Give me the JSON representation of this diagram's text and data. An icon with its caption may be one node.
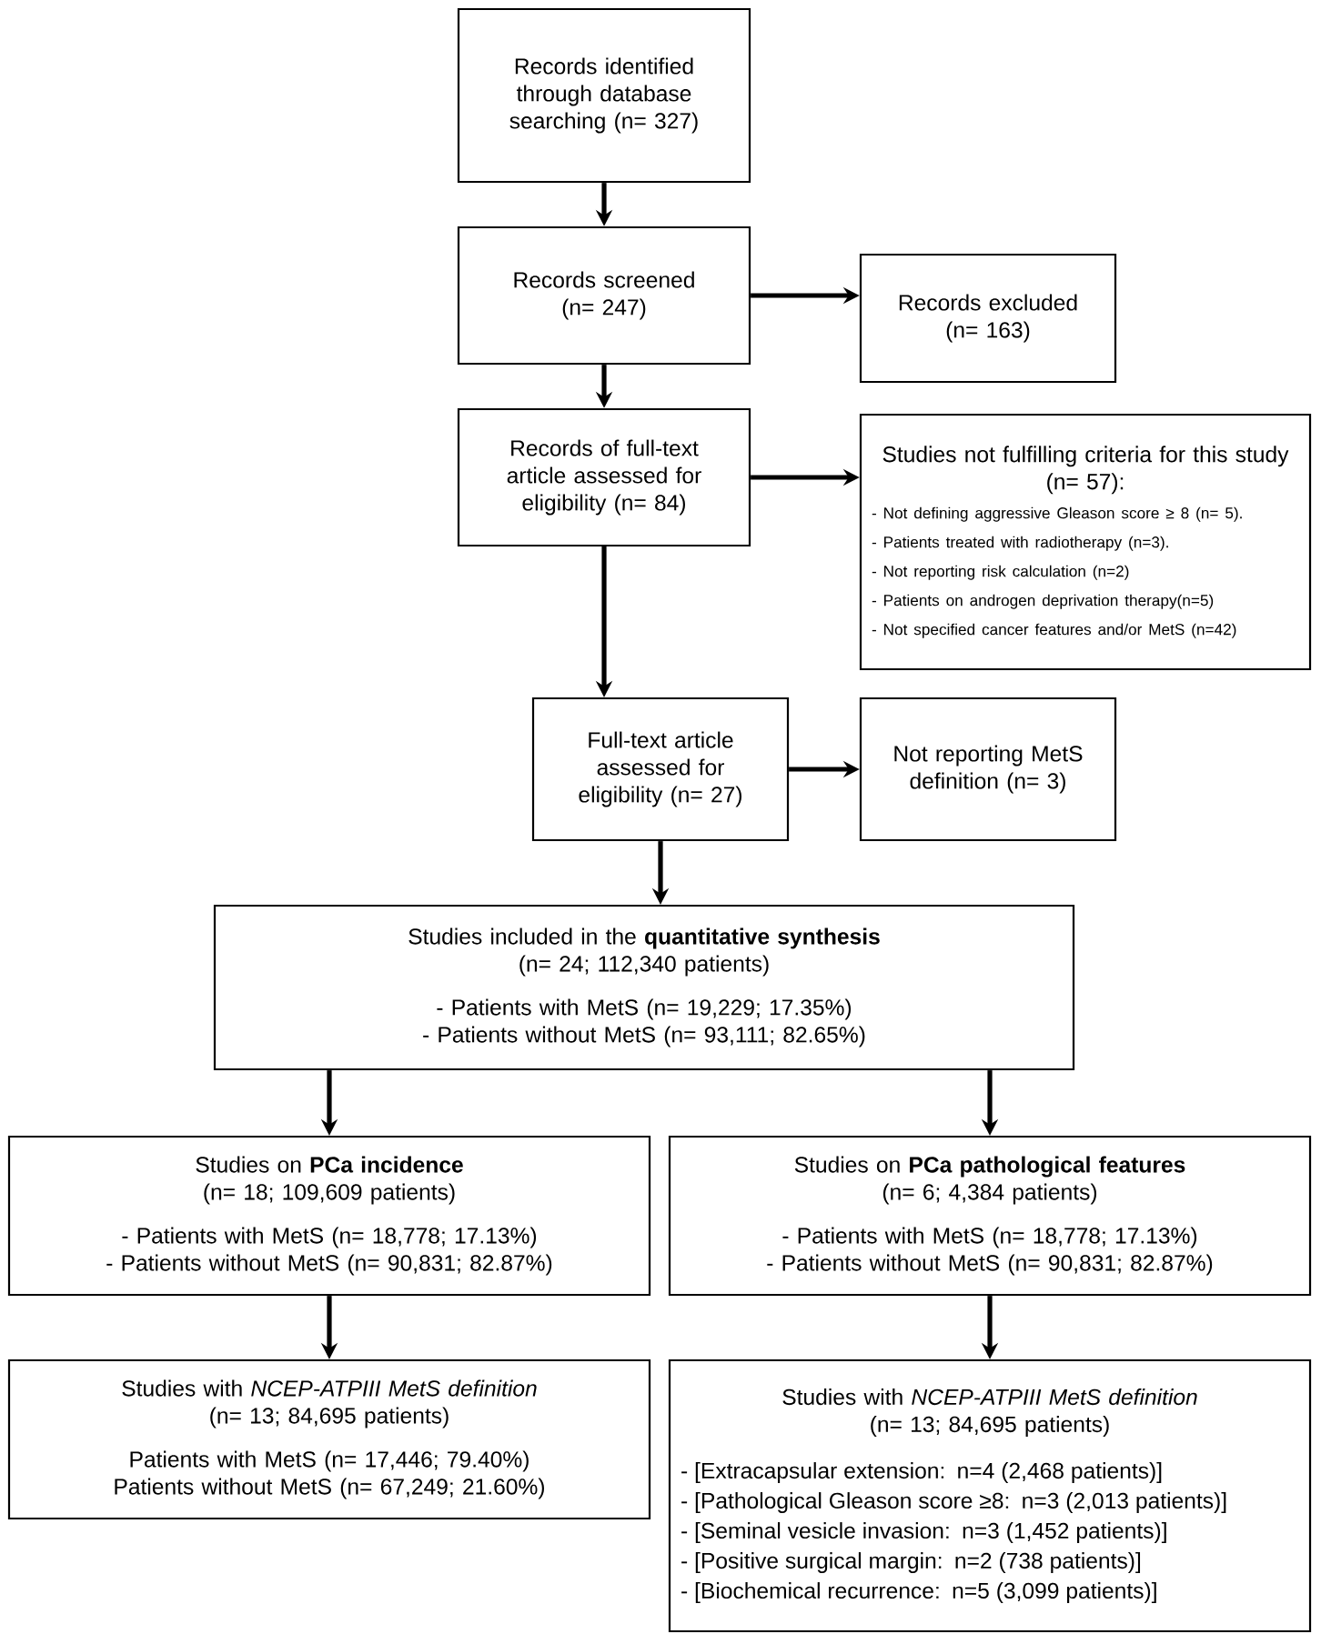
{
  "diagram": {
    "nodes": [
      {
        "text": [
          "Records identified through database searching (n= 327)"
        ]
      },
      {
        "text": [
          "Records screened (n= 247)"
        ]
      },
      {
        "text": [
          "Records excluded (n= 163)"
        ]
      },
      {
        "text": [
          "Records of full-text article assessed for eligibility (n= 84)"
        ]
      },
      {
        "text": [
          "Studies not fulfilling criteria for this study (n= 57):",
          "- Not defining aggressive Gleason score ≥ 8 (n= 5).",
          "- Patients treated with radiotherapy (n=3).",
          "- Not reporting risk calculation (n=2)",
          "- Patients on androgen deprivation therapy(n=5)",
          "- Not specified cancer features and/or MetS (n=42)"
        ]
      },
      {
        "text": [
          "Full-text article assessed for eligibility (n= 27)"
        ]
      },
      {
        "text": [
          "Not reporting MetS definition (n= 3)"
        ]
      },
      {
        "text": [
          "Studies included in the **quantitative synthesis**",
          "(n= 24; 112,340 patients)",
          "- Patients with MetS (n= 19,229; 17.35%)",
          "- Patients without MetS (n= 93,111; 82.65%)"
        ]
      },
      {
        "text": [
          "Studies on **PCa incidence**",
          "(n= 18; 109,609 patients)",
          "- Patients with MetS (n= 18,778; 17.13%)",
          "- Patients without MetS (n= 90,831; 82.87%)"
        ]
      },
      {
        "text": [
          "Studies on **PCa pathological features**",
          "(n= 6; 4,384 patients)",
          "- Patients with MetS (n= 18,778; 17.13%)",
          "- Patients without MetS (n= 90,831; 82.87%)"
        ]
      },
      {
        "text": [
          "Studies with *NCEP-ATPIII MetS definition*",
          "(n= 13; 84,695 patients)",
          "Patients with MetS (n= 17,446; 79.40%)",
          "Patients without MetS (n= 67,249; 21.60%)"
        ]
      },
      {
        "text": [
          "Studies with *NCEP-ATPIII MetS definition*",
          "(n= 13; 84,695 patients)",
          "- [Extracapsular extension: n=4 (2,468 patients)]",
          "- [Pathological Gleason score ≥8: n=3 (2,013 patients)]",
          "- [Seminal vesicle invasion: n=3 (1,452 patients)]",
          "- [Positive surgical margin: n=2 (738 patients)]",
          "- [Biochemical recurrence: n=5 (3,099 patients)]"
        ]
      }
    ],
    "edges": [
      {
        "from": 0,
        "to": 1,
        "arrow": "to"
      },
      {
        "from": 1,
        "to": 2,
        "arrow": "to"
      },
      {
        "from": 1,
        "to": 3,
        "arrow": "to"
      },
      {
        "from": 3,
        "to": 4,
        "arrow": "to"
      },
      {
        "from": 3,
        "to": 5,
        "arrow": "to"
      },
      {
        "from": 5,
        "to": 6,
        "arrow": "to"
      },
      {
        "from": 5,
        "to": 7,
        "arrow": "to"
      },
      {
        "from": 7,
        "to": 8,
        "arrow": "to"
      },
      {
        "from": 7,
        "to": 9,
        "arrow": "to"
      },
      {
        "from": 8,
        "to": 10,
        "arrow": "to"
      },
      {
        "from": 9,
        "to": 11,
        "arrow": "to"
      }
    ]
  }
}
